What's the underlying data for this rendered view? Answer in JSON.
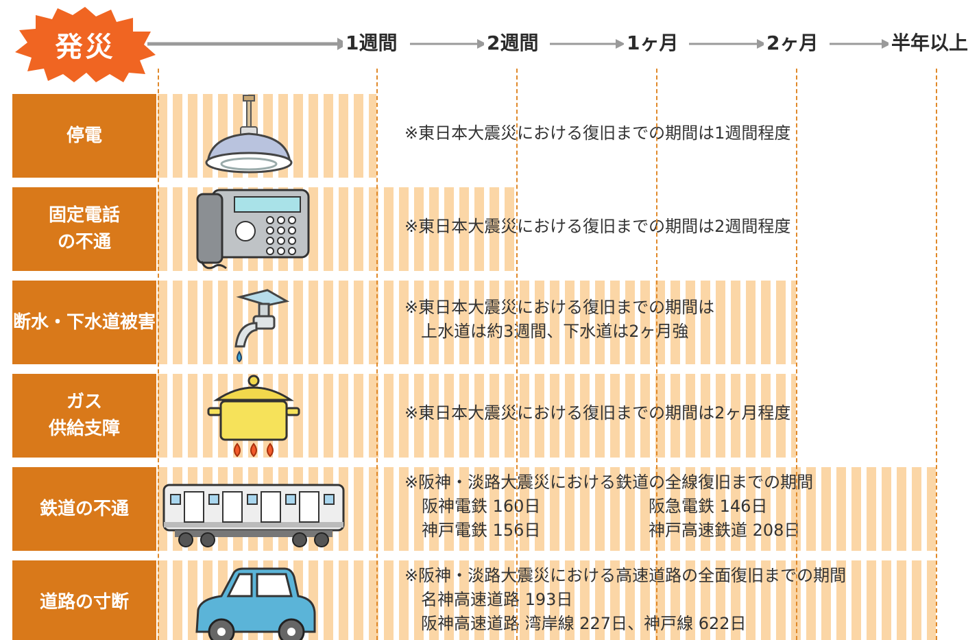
{
  "header": {
    "event_label": "発災",
    "ticks": [
      "1週間",
      "2週間",
      "1ヶ月",
      "2ヶ月",
      "半年以上"
    ]
  },
  "colors": {
    "label_bg": "#d9791a",
    "bar_stripe": "#fbd6a6",
    "burst": "#f06522",
    "axis": "#9a9a9a",
    "guide": "#e0892a"
  },
  "rows": [
    {
      "label": "停電",
      "icon": "pendant-lamp-icon",
      "duration": "1週間",
      "notes": [
        "※東日本大震災における復旧までの期間は1週間程度"
      ]
    },
    {
      "label": "固定電話\nの不通",
      "icon": "telephone-icon",
      "duration": "2週間",
      "notes": [
        "※東日本大震災における復旧までの期間は2週間程度"
      ]
    },
    {
      "label": "断水・下水道被害",
      "icon": "water-faucet-icon",
      "duration": "2ヶ月",
      "notes": [
        "※東日本大震災における復旧までの期間は",
        "　上水道は約3週間、下水道は2ヶ月強"
      ]
    },
    {
      "label": "ガス\n供給支障",
      "icon": "gas-pot-icon",
      "duration": "2ヶ月",
      "notes": [
        "※東日本大震災における復旧までの期間は2ヶ月程度"
      ]
    },
    {
      "label": "鉄道の不通",
      "icon": "train-icon",
      "duration": "半年以上",
      "notes": [
        "※阪神・淡路大震災における鉄道の全線復旧までの期間"
      ],
      "details": [
        "阪神電鉄 160日",
        "阪急電鉄 146日",
        "神戸電鉄 156日",
        "神戸高速鉄道 208日"
      ]
    },
    {
      "label": "道路の寸断",
      "icon": "car-icon",
      "duration": "半年以上",
      "notes": [
        "※阪神・淡路大震災における高速道路の全面復旧までの期間",
        "　名神高速道路 193日",
        "　阪神高速道路 湾岸線 227日、神戸線 622日"
      ]
    }
  ]
}
